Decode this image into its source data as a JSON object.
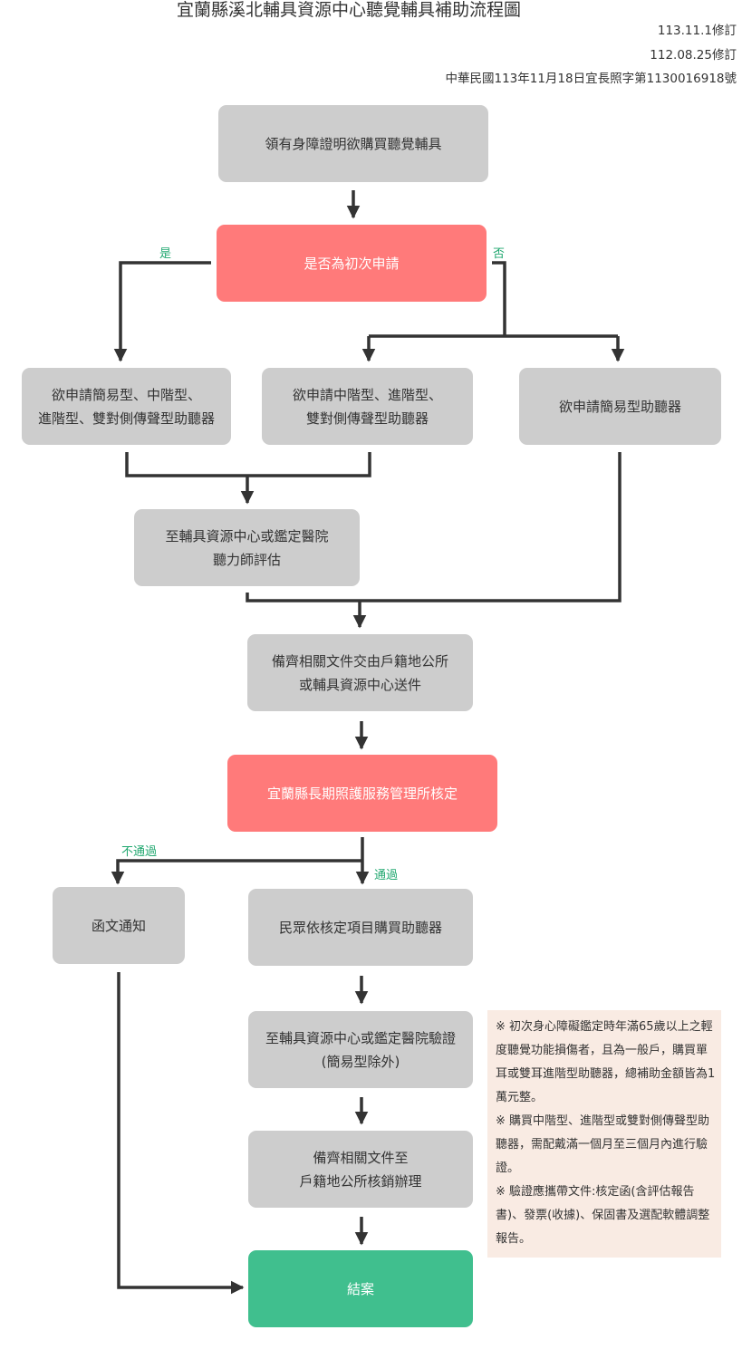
{
  "header": {
    "title": "宜蘭縣溪北輔具資源中心聽覺輔具補助流程圖",
    "revised_1": "113.11.1修訂",
    "revised_2": "112.08.25修訂",
    "decree": "中華民國113年11月18日宜長照字第1130016918號"
  },
  "nodes": {
    "start": "領有身障證明欲購買聽覺輔具",
    "first_apply": "是否為初次申請",
    "opt_all": "欲申請簡易型、中階型、\n進階型、雙對側傳聲型助聽器",
    "opt_mid": "欲申請中階型、進階型、\n雙對側傳聲型助聽器",
    "opt_simple": "欲申請簡易型助聽器",
    "assess": "至輔具資源中心或鑑定醫院\n聽力師評估",
    "docs": "備齊相關文件交由戶籍地公所\n或輔具資源中心送件",
    "approve": "宜蘭縣長期照護服務管理所核定",
    "notify": "函文通知",
    "purchase": "民眾依核定項目購買助聽器",
    "verify": "至輔具資源中心或鑑定醫院驗證\n(簡易型除外)",
    "reimburse": "備齊相關文件至\n戶籍地公所核銷辦理",
    "end": "結案"
  },
  "edge_labels": {
    "yes": "是",
    "no": "否",
    "fail": "不通過",
    "pass": "通過"
  },
  "notes": [
    "※ 初次身心障礙鑑定時年滿65歲以上之輕度聽覺功能損傷者，且為一般戶，購買單耳或雙耳進階型助聽器，總補助金額皆為1萬元整。",
    "※ 購買中階型、進階型或雙對側傳聲型助聽器，需配戴滿一個月至三個月內進行驗證。",
    "※ 驗證應攜帶文件:核定函(含評估報告書)、發票(收據)、保固書及選配軟體調整報告。"
  ],
  "colors": {
    "gray_box": "#cdcdcd",
    "decision_red": "#ff7a7a",
    "end_green": "#40bf8e",
    "label_green": "#20a76f",
    "note_bg": "#f9ebe3",
    "line": "#333333"
  }
}
